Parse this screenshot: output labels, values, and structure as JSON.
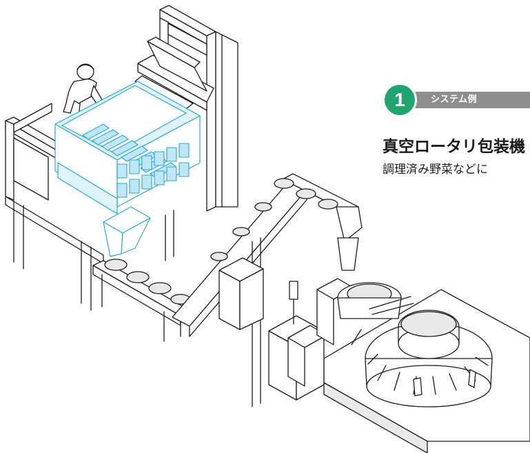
{
  "step": {
    "number": "1",
    "label": "システム例"
  },
  "system": {
    "title": "真空ロータリ包装機",
    "subtitle": "調理済み野菜などに"
  },
  "colors": {
    "badge": "#1fa56e",
    "label_bar": "#8e8e8e",
    "weigher_highlight": "#27a9d8",
    "line_art": "#1a1a1a"
  }
}
